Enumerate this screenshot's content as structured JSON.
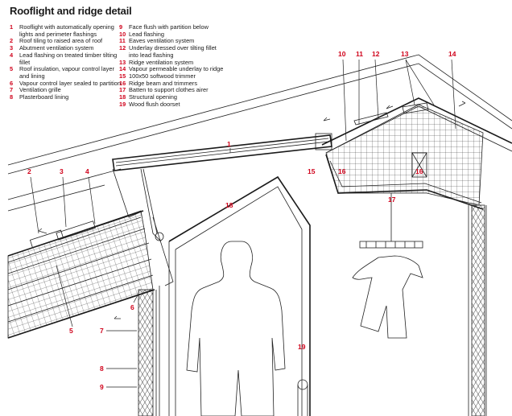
{
  "title": "Rooflight and ridge detail",
  "legend": [
    {
      "num": "1",
      "text": "Rooflight with automatically opening lights and perimeter flashings"
    },
    {
      "num": "2",
      "text": "Roof tiling to raised area of roof"
    },
    {
      "num": "3",
      "text": "Abutment ventilation system"
    },
    {
      "num": "4",
      "text": "Lead flashing on treated timber tilting fillet"
    },
    {
      "num": "5",
      "text": "Roof insulation, vapour control layer and lining"
    },
    {
      "num": "6",
      "text": "Vapour control layer sealed to partition"
    },
    {
      "num": "7",
      "text": "Ventilation grille"
    },
    {
      "num": "8",
      "text": "Plasterboard lining"
    },
    {
      "num": "9",
      "text": "Face flush with partition below"
    },
    {
      "num": "10",
      "text": "Lead flashing"
    },
    {
      "num": "11",
      "text": "Eaves ventilation system"
    },
    {
      "num": "12",
      "text": "Underlay dressed over tilting fillet into lead flashing"
    },
    {
      "num": "13",
      "text": "Ridge ventilation system"
    },
    {
      "num": "14",
      "text": "Vapour permeable underlay to ridge"
    },
    {
      "num": "15",
      "text": "100x50 softwood trimmer"
    },
    {
      "num": "16",
      "text": "Ridge beam and trimmers"
    },
    {
      "num": "17",
      "text": "Batten to support clothes airer"
    },
    {
      "num": "18",
      "text": "Structural opening"
    },
    {
      "num": "19",
      "text": "Wood flush doorset"
    }
  ],
  "callouts": {
    "c1": "1",
    "c2": "2",
    "c3": "3",
    "c4": "4",
    "c5": "5",
    "c6": "6",
    "c7": "7",
    "c8": "8",
    "c9": "9",
    "c10": "10",
    "c11": "11",
    "c12": "12",
    "c13": "13",
    "c14": "14",
    "c15": "15",
    "c16a": "16",
    "c16b": "16",
    "c17": "17",
    "c18": "18",
    "c19": "19"
  },
  "colors": {
    "accent": "#d0021b",
    "line": "#1a1a1a"
  }
}
